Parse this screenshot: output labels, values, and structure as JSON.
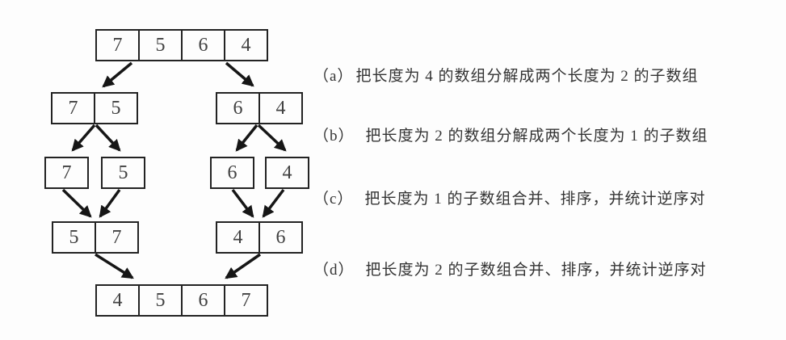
{
  "figure": {
    "description_labels": [
      "a",
      "b",
      "c",
      "d"
    ]
  },
  "colors": {
    "background": "#fdfdfd",
    "box_border": "#232323",
    "digit": "#414141",
    "arrow": "#161616",
    "text": "#333333"
  },
  "diagram": {
    "level1": [
      "7",
      "5",
      "6",
      "4"
    ],
    "level2_left": [
      "7",
      "5"
    ],
    "level2_right": [
      "6",
      "4"
    ],
    "level3_singles": [
      "7",
      "5",
      "6",
      "4"
    ],
    "level4_left": [
      "5",
      "7"
    ],
    "level4_right": [
      "4",
      "6"
    ],
    "level5": [
      "4",
      "5",
      "6",
      "7"
    ]
  },
  "annotations": [
    {
      "label": "（a）",
      "text": "把长度为 4 的数组分解成两个长度为 2 的子数组"
    },
    {
      "label": "（b）",
      "text": "把长度为 2 的数组分解成两个长度为 1 的子数组"
    },
    {
      "label": "（c）",
      "text": "把长度为 1 的子数组合并、排序，并统计逆序对"
    },
    {
      "label": "（d）",
      "text": "把长度为 2 的子数组合并、排序，并统计逆序对"
    }
  ]
}
